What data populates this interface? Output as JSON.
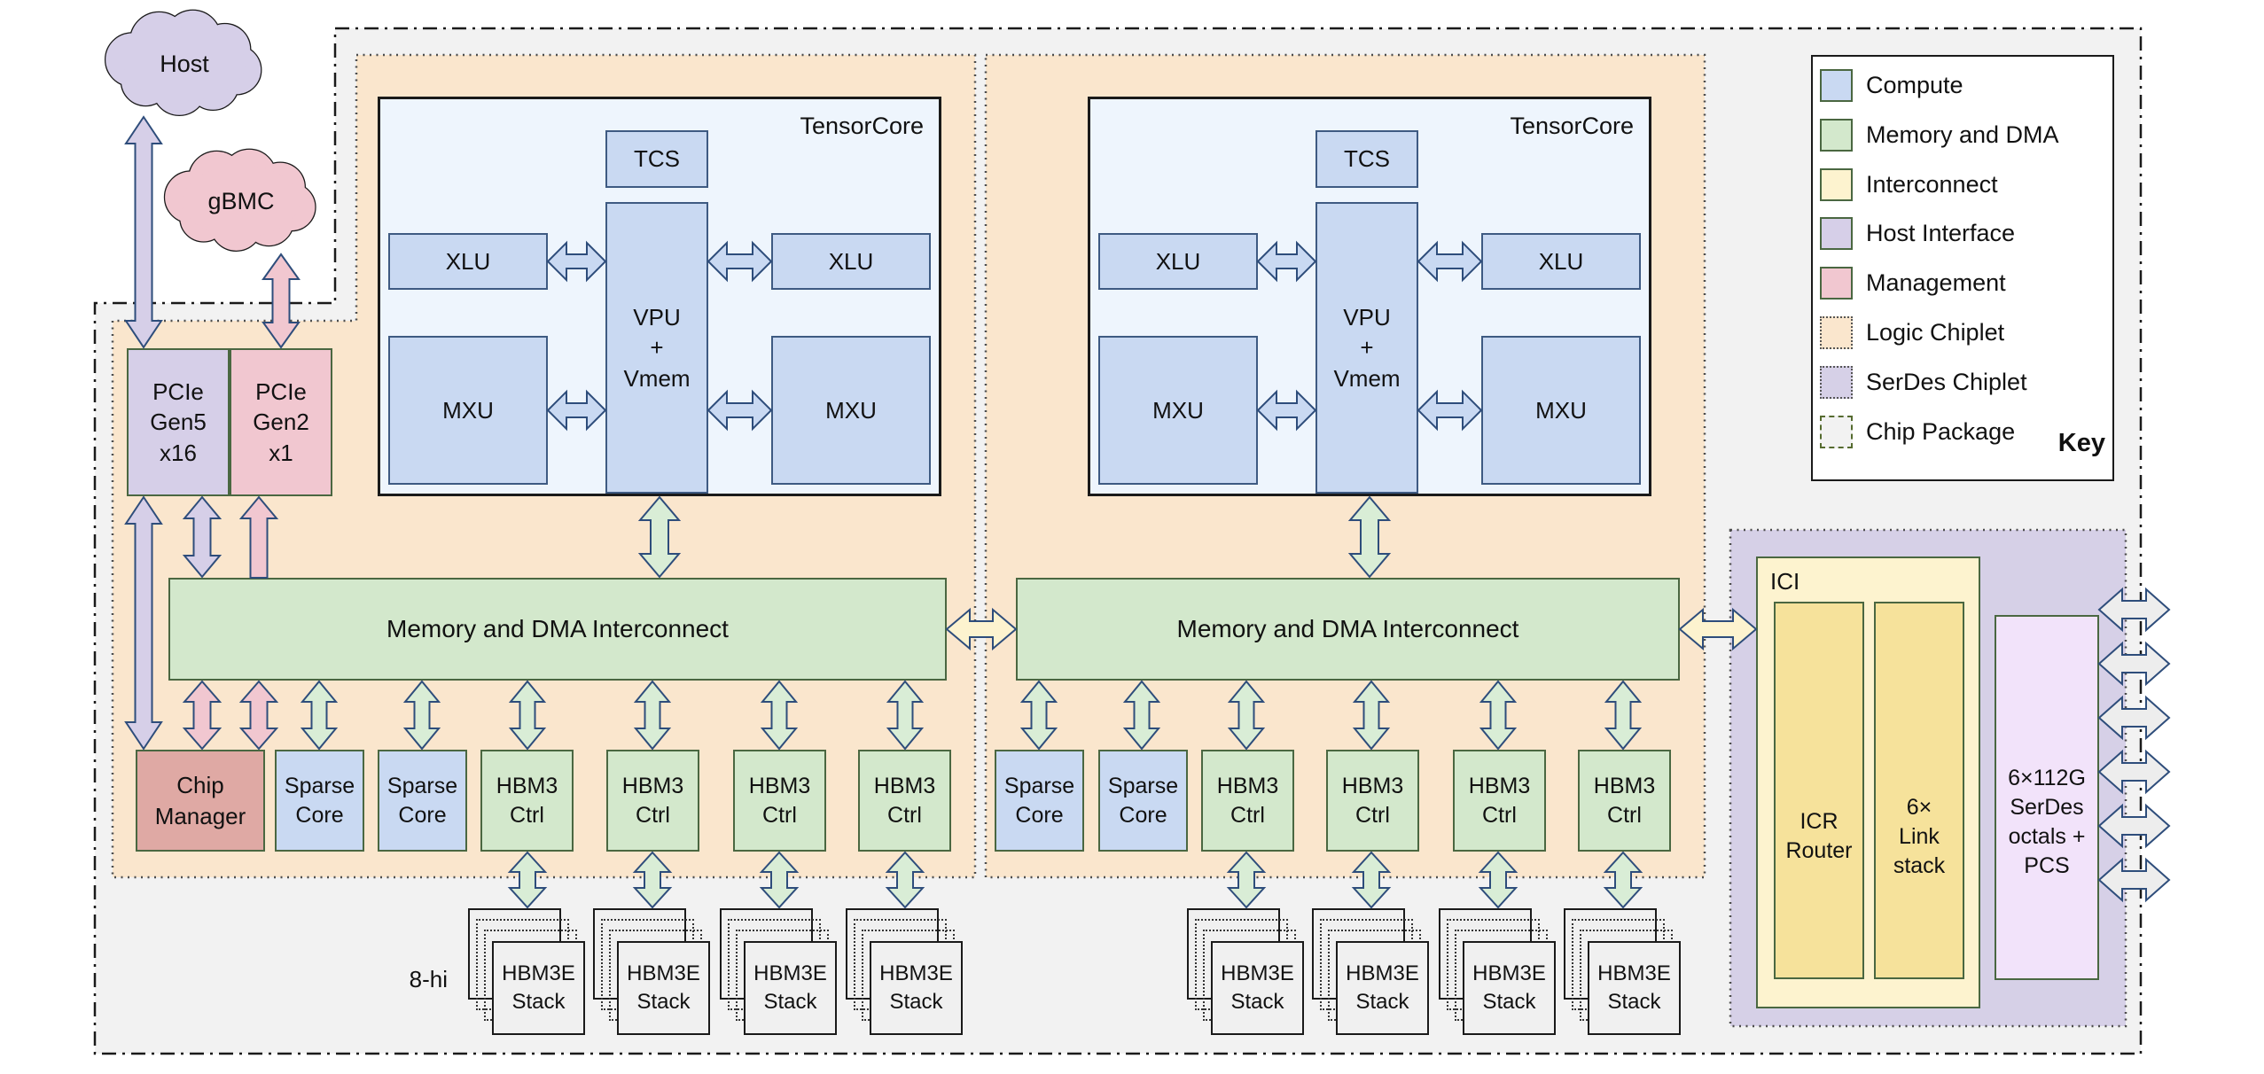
{
  "clouds": {
    "host": "Host",
    "gbmc": "gBMC"
  },
  "labels": {
    "pcie_gen5": "PCIe\nGen5\nx16",
    "pcie_gen2": "PCIe\nGen2\nx1",
    "tensorcore": "TensorCore",
    "tcs": "TCS",
    "vpu": "VPU\n+\nVmem",
    "xlu": "XLU",
    "mxu": "MXU",
    "interconnect": "Memory and DMA Interconnect",
    "chip_manager": "Chip\nManager",
    "sparse_core": "Sparse\nCore",
    "hbm3_ctrl": "HBM3\nCtrl",
    "hbm3e_stack": "HBM3E\nStack",
    "stack_height": "8-hi",
    "ici": "ICI",
    "icr_router": "ICR\nRouter",
    "link_stack": "6×\nLink\nstack",
    "serdes_octals": "6×112G\nSerDes\noctals +\nPCS"
  },
  "key": {
    "title": "Key",
    "items": [
      {
        "label": "Compute",
        "swatch": "compute"
      },
      {
        "label": "Memory and DMA",
        "swatch": "memory"
      },
      {
        "label": "Interconnect",
        "swatch": "interconnect"
      },
      {
        "label": "Host Interface",
        "swatch": "host"
      },
      {
        "label": "Management",
        "swatch": "management"
      },
      {
        "label": "Logic Chiplet",
        "swatch": "logic-chiplet"
      },
      {
        "label": "SerDes Chiplet",
        "swatch": "serdes-chiplet"
      },
      {
        "label": "Chip Package",
        "swatch": "chip-package"
      }
    ]
  },
  "colors": {
    "compute": "#c9d9f2",
    "memory": "#d3e8cc",
    "interconnect": "#fdf3cf",
    "host": "#d6cfe8",
    "management": "#f1c7d0",
    "management_dark": "#dfa9a4",
    "logic_chiplet": "#fae6cd",
    "serdes_chiplet": "#d6d0e7",
    "chip_package": "#f2f2f2",
    "tensorcore_bg": "#eef5fd",
    "ici_inner": "#f6e29b",
    "serdes_box": "#f2e3fa",
    "stack_fill": "#f0f0f0",
    "arrow_gray": "#ededed",
    "outline_green": "#4a6741",
    "outline_blue": "#3e5a82",
    "outline_dark": "#1a1a1a",
    "arrow_outline": "#2e4d7b"
  }
}
